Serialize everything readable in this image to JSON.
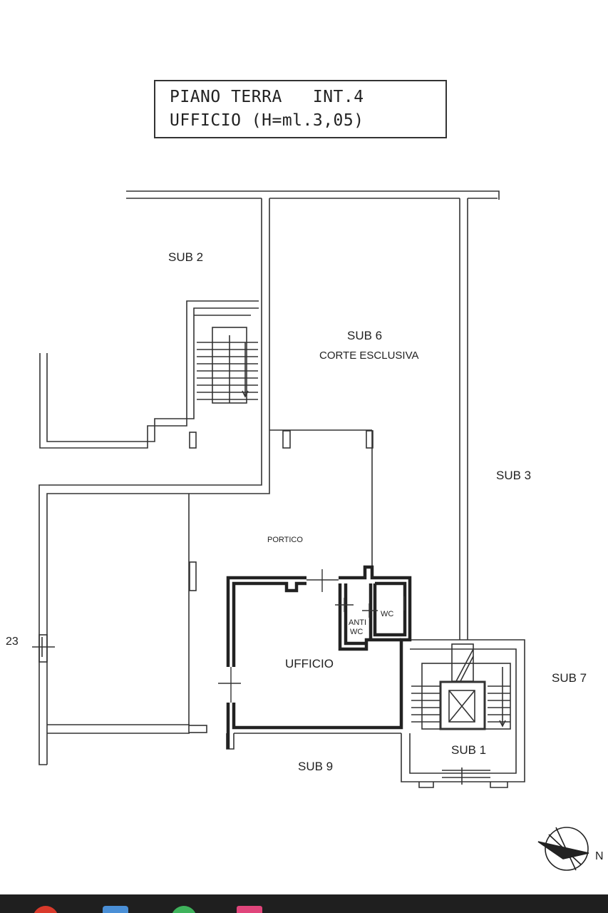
{
  "title": {
    "line1": "PIANO TERRA   INT.4",
    "line2": "UFFICIO (H=ml.3,05)"
  },
  "labels": {
    "sub2": "SUB 2",
    "sub6": "SUB 6",
    "corte": "CORTE ESCLUSIVA",
    "sub3": "SUB 3",
    "portico": "PORTICO",
    "anti": "ANTI",
    "wc_anti": "WC",
    "wc": "WC",
    "ufficio": "UFFICIO",
    "sub7": "SUB 7",
    "sub1": "SUB 1",
    "sub9": "SUB 9",
    "num23": "23"
  },
  "compass": {
    "north_label": "N"
  },
  "colors": {
    "line": "#333333",
    "thick_wall": "#222222",
    "taskbar": "#1f1f1f",
    "icon_red": "#d93a2b",
    "icon_blue": "#4a8fd6",
    "icon_green": "#3fb35c",
    "icon_pink": "#e0457b"
  },
  "taskbar": {
    "icons": [
      "chrome-icon",
      "folder-icon",
      "whatsapp-icon",
      "gallery-icon"
    ]
  }
}
